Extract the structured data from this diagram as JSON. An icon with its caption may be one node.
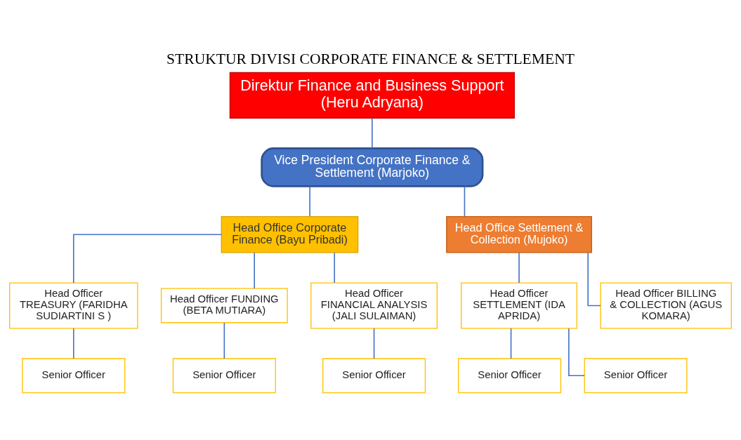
{
  "diagram": {
    "title": "STRUKTUR DIVISI CORPORATE FINANCE & SETTLEMENT",
    "nodes": [
      {
        "text": [
          "Direktur Finance and Business Support (Heru Adryana)"
        ]
      },
      {
        "text": [
          "Vice President Corporate Finance & Settlement (Marjoko)"
        ]
      },
      {
        "text": [
          "Head Office Corporate Finance (Bayu Pribadi)"
        ]
      },
      {
        "text": [
          "Head Office Settlement & Collection (Mujoko)"
        ]
      },
      {
        "text": [
          "Head Officer TREASURY (FARIDHA SUDIARTINI S )"
        ]
      },
      {
        "text": [
          "Head Officer FUNDING (BETA MUTIARA)"
        ]
      },
      {
        "text": [
          "Head Officer FINANCIAL ANALYSIS (JALI SULAIMAN)"
        ]
      },
      {
        "text": [
          "Head Officer SETTLEMENT (IDA APRIDA)"
        ]
      },
      {
        "text": [
          "Head Officer BILLING & COLLECTION (AGUS KOMARA)"
        ]
      },
      {
        "text": [
          "Senior Officer"
        ]
      },
      {
        "text": [
          "Senior Officer"
        ]
      },
      {
        "text": [
          "Senior Officer"
        ]
      },
      {
        "text": [
          "Senior Officer"
        ]
      },
      {
        "text": [
          "Senior Officer"
        ]
      }
    ],
    "edges": [
      {
        "from": 0,
        "to": 1,
        "arrow": "none"
      },
      {
        "from": 1,
        "to": 2,
        "arrow": "none"
      },
      {
        "from": 1,
        "to": 3,
        "arrow": "none"
      },
      {
        "from": 2,
        "to": 4,
        "arrow": "none"
      },
      {
        "from": 2,
        "to": 5,
        "arrow": "none"
      },
      {
        "from": 2,
        "to": 6,
        "arrow": "none"
      },
      {
        "from": 3,
        "to": 7,
        "arrow": "none"
      },
      {
        "from": 3,
        "to": 8,
        "arrow": "none"
      },
      {
        "from": 4,
        "to": 9,
        "arrow": "none"
      },
      {
        "from": 5,
        "to": 10,
        "arrow": "none"
      },
      {
        "from": 6,
        "to": 11,
        "arrow": "none"
      },
      {
        "from": 7,
        "to": 12,
        "arrow": "none"
      },
      {
        "from": 7,
        "to": 13,
        "arrow": "none"
      }
    ]
  }
}
